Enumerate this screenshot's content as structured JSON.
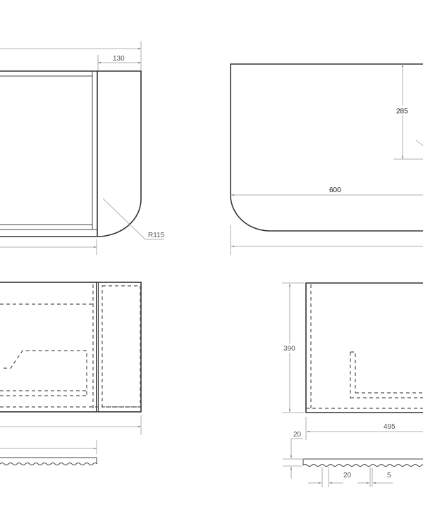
{
  "drawing": {
    "top_left_view": {
      "width_dim": "130",
      "radius_dim": "R115"
    },
    "top_right_view": {
      "height_dim": "285",
      "length_dim": "600"
    },
    "bottom_right_view": {
      "height_dim": "390",
      "depth_dim": "495",
      "thickness_dim": "20",
      "groove_pitch_dim": "20",
      "groove_width_dim": "5"
    }
  }
}
